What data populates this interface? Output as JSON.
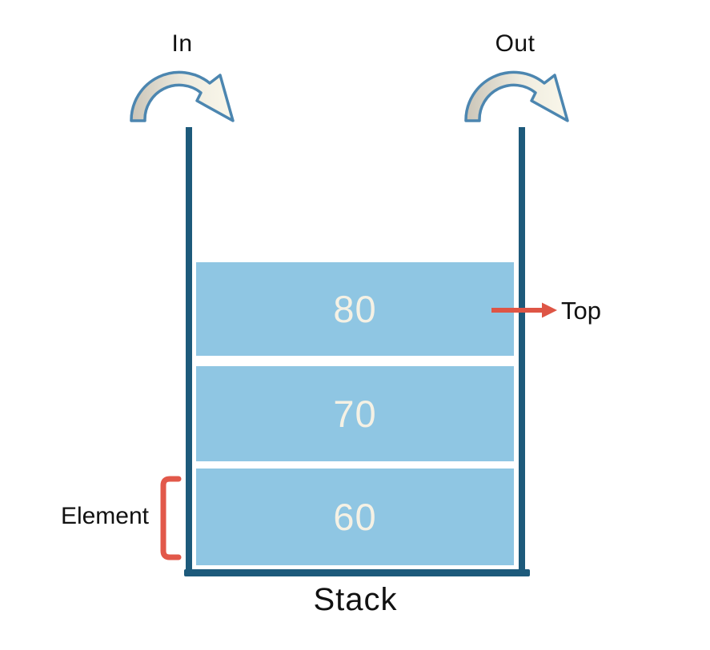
{
  "diagram": {
    "type": "stack-data-structure",
    "labels": {
      "in": "In",
      "out": "Out",
      "top": "Top",
      "element": "Element",
      "title": "Stack"
    },
    "stack": {
      "items": [
        {
          "value": "80",
          "position": "top"
        },
        {
          "value": "70",
          "position": "middle"
        },
        {
          "value": "60",
          "position": "bottom"
        }
      ],
      "top_pointer_target": "80",
      "element_bracket_target": "60"
    }
  },
  "colors": {
    "background": "#ffffff",
    "wall": "#1d5a7b",
    "box": "#8fc6e3",
    "box-text": "#f5f1e4",
    "accent-red": "#de5545",
    "arrow-stroke": "#4c86b0",
    "arrow-tail": "#cbc5b8",
    "arrow-head": "#faf7ea",
    "text": "#111111"
  }
}
